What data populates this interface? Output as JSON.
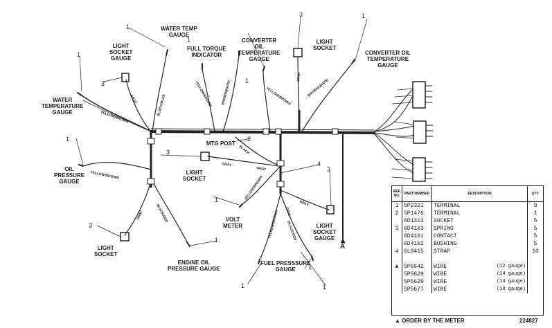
{
  "labels": {
    "water_temp_gauge_top": "WATER TEMP\nGAUGE",
    "light_socket_gauge_left": "LIGHT\nSOCKET\nGAUGE",
    "full_torque_indicator": "FULL TORQUE\nINDICATOR",
    "converter_oil_temp_gauge_top": "CONVERTER\nOIL\nTEMPERATURE\nGAUGE",
    "light_socket_top_right": "LIGHT\nSOCKET",
    "converter_oil_temp_gauge_right": "CONVERTER OIL\nTEMPERATURE\nGAUGE",
    "water_temperature_gauge_left": "WATER\nTEMPERATURE\nGAUGE",
    "mtg_post": "MTG POST",
    "oil_pressure_gauge": "OIL\nPRESSURE\nGAUGE",
    "light_socket_mid": "LIGHT\nSOCKET",
    "volt_meter": "VOLT\nMETER",
    "light_socket_gauge_right": "LIGHT\nSOCKET\nGAUGE",
    "light_socket_bottom_left": "LIGHT\nSOCKET",
    "engine_oil_pressure_gauge": "ENGINE OIL\nPRESSURE GAUGE",
    "fuel_pressure_gauge": "FUEL PRESSSURE\nGAUGE",
    "point_a": "A"
  },
  "wire_labels": {
    "black_blue": "BLACK/BLUE",
    "yellow_brown_1": "YELLOW/BROWN",
    "brown_white_1": "BROWN/WHITE",
    "yellow_brown_2": "YELLOW/BROWN",
    "gray_1": "GRAY",
    "brown_white_2": "BROWN/WHITE",
    "gray_2": "GRAY",
    "yellow_brown_3": "YELLOW/BROWN",
    "gray_3": "GRAY",
    "black_1": "BLACK",
    "gray_4": "GRAY",
    "yellow_brown_4": "YELLOW/BROWN",
    "gray_5": "GRAY",
    "yellow_brown_5": "YELLOW/BROWN",
    "black_red_1": "BLACK/RED",
    "gray_6": "GRAY",
    "gray_7": "GRAY",
    "yellow_brown_6": "YELLOW/BROWN",
    "black_red_2": "BLACK/RED"
  },
  "callouts": [
    "1",
    "1",
    "1",
    "1",
    "1",
    "1",
    "1",
    "1",
    "1",
    "1",
    "1",
    "2",
    "3",
    "3",
    "3",
    "3",
    "3",
    "4"
  ],
  "table": {
    "headers": {
      "ref": "REF. NO.",
      "part": "PART NUMBER",
      "desc": "DESCRIPTION",
      "qty": "QTY."
    },
    "rows": [
      {
        "ref": "1",
        "part": "5P2321",
        "desc": "TERMINAL",
        "qty": "9"
      },
      {
        "ref": "2",
        "part": "5P1476",
        "desc": "TERMINAL",
        "qty": "1"
      },
      {
        "ref": "",
        "part": "6D1313",
        "desc": "SOCKET",
        "qty": "5"
      },
      {
        "ref": "3",
        "part": "6D4163",
        "desc": "SPRING",
        "qty": "5"
      },
      {
        "ref": "",
        "part": "6D4161",
        "desc": "CONTACT",
        "qty": "5"
      },
      {
        "ref": "",
        "part": "6D4162",
        "desc": "BUSHING",
        "qty": "5"
      },
      {
        "ref": "4",
        "part": "6L8415",
        "desc": "STRAP",
        "qty": "10"
      }
    ],
    "wire_rows": [
      {
        "ref": "▲",
        "part": "5P6642",
        "desc": "WIRE",
        "gauge": "(12 gauge)"
      },
      {
        "ref": "",
        "part": "5P5629",
        "desc": "WIRE",
        "gauge": "(14 gauge)"
      },
      {
        "ref": "",
        "part": "5P5629",
        "desc": "WIRE",
        "gauge": "(14 gauge)"
      },
      {
        "ref": "",
        "part": "5P5677",
        "desc": "WIRE",
        "gauge": "(18 gauge)"
      }
    ]
  },
  "footnote": "▲ ORDER BY THE METER",
  "figure_number": "224827"
}
